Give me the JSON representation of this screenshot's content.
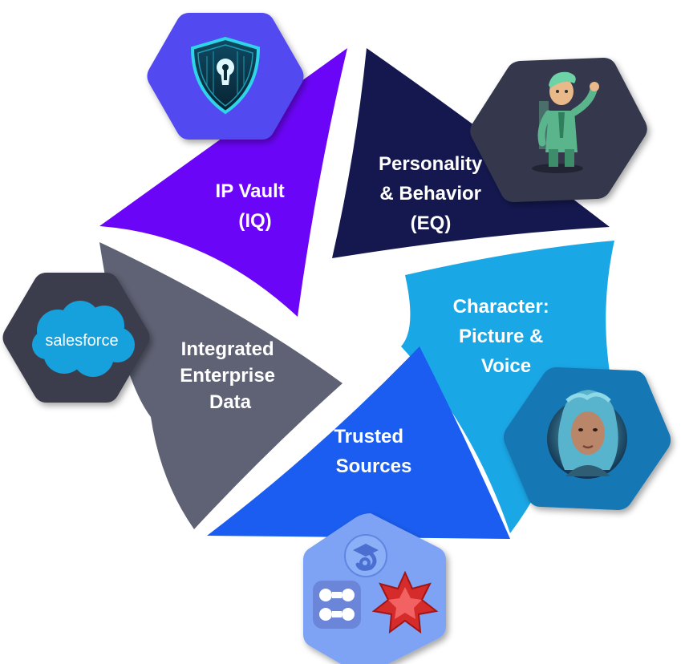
{
  "colors": {
    "ip_vault": "#6B05F7",
    "personality": "#14184F",
    "character": "#1AA7E6",
    "trusted": "#1A5DF0",
    "integrated": "#5E6274",
    "hex_vault": "#5348F0",
    "hex_personality": "#35374D",
    "hex_salesforce": "#3B3D4E",
    "hex_character": "#1877B5",
    "hex_sources": "#7EA3F5",
    "salesforce_cloud": "#16A1DD"
  },
  "segments": {
    "ip_vault": {
      "line1": "IP Vault",
      "line2": "(IQ)"
    },
    "personality": {
      "line1": "Personality",
      "line2": "& Behavior",
      "line3": "(EQ)"
    },
    "character": {
      "line1": "Character:",
      "line2": "Picture &",
      "line3": "Voice"
    },
    "trusted": {
      "line1": "Trusted",
      "line2": "Sources"
    },
    "integrated": {
      "line1": "Integrated",
      "line2": "Enterprise",
      "line3": "Data"
    }
  },
  "icons": {
    "vault": "shield-lock-icon",
    "personality": "cartoon-character-icon",
    "salesforce": {
      "name": "salesforce-logo-icon",
      "text": "salesforce"
    },
    "character": "avatar-portrait-icon",
    "sources": [
      "google-scholar-icon",
      "openalex-icon",
      "wolfram-alpha-icon"
    ]
  }
}
